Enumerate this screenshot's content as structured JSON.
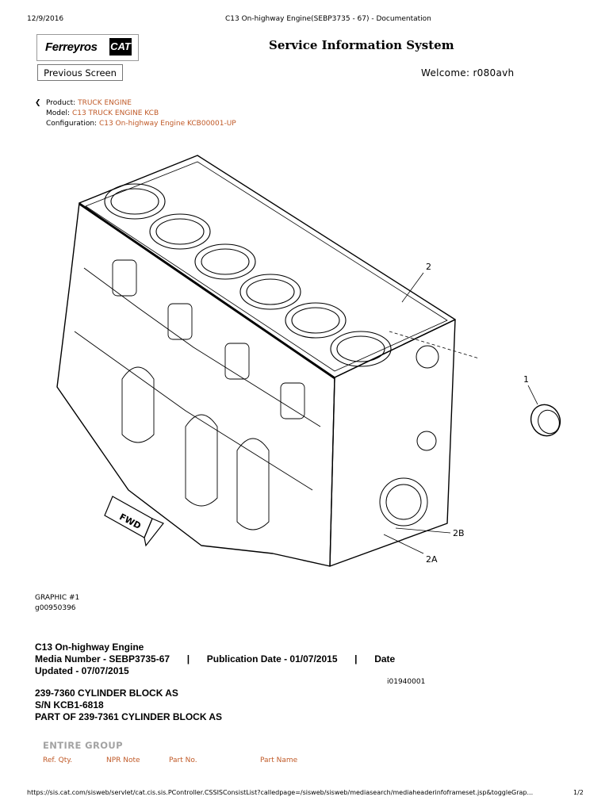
{
  "print_header": {
    "date": "12/9/2016",
    "title": "C13 On-highway Engine(SEBP3735 - 67) - Documentation"
  },
  "header": {
    "logo": {
      "wordmark": "Ferreyros",
      "badge": "CAT"
    },
    "system_title": "Service Information System",
    "previous_button": "Previous Screen",
    "welcome": "Welcome: r080avh"
  },
  "breadcrumb": {
    "back_icon": "chevron-left-icon",
    "product_label": "Product:",
    "product_value": "TRUCK ENGINE",
    "model_label": "Model:",
    "model_value": "C13 TRUCK ENGINE KCB",
    "config_label": "Configuration:",
    "config_value": "C13 On-highway Engine KCB00001-UP"
  },
  "illustration": {
    "callouts": [
      "1",
      "2",
      "2A",
      "2B"
    ],
    "direction_tag": "FWD"
  },
  "graphic": {
    "label": "GRAPHIC #1",
    "id": "g00950396"
  },
  "document": {
    "engine": "C13 On-highway Engine",
    "media_number": "Media Number - SEBP3735-67",
    "publication_date": "Publication Date - 01/07/2015",
    "date_updated_a": "Date",
    "date_updated_b": "Updated - 07/07/2015",
    "separator": "|",
    "doc_id": "i01940001"
  },
  "part": {
    "line1": "239-7360 CYLINDER BLOCK AS",
    "line2": "S/N KCB1-6818",
    "line3": "PART OF 239-7361 CYLINDER BLOCK AS"
  },
  "parts_table": {
    "group_label": "ENTIRE GROUP",
    "columns": [
      "Ref. Qty.",
      "NPR Note",
      "Part No.",
      "Part Name"
    ]
  },
  "footer": {
    "url": "https://sis.cat.com/sisweb/servlet/cat.cis.sis.PController.CSSISConsistList?calledpage=/sisweb/sisweb/mediasearch/mediaheaderinfoframeset.jsp&toggleGrap...",
    "page": "1/2"
  }
}
